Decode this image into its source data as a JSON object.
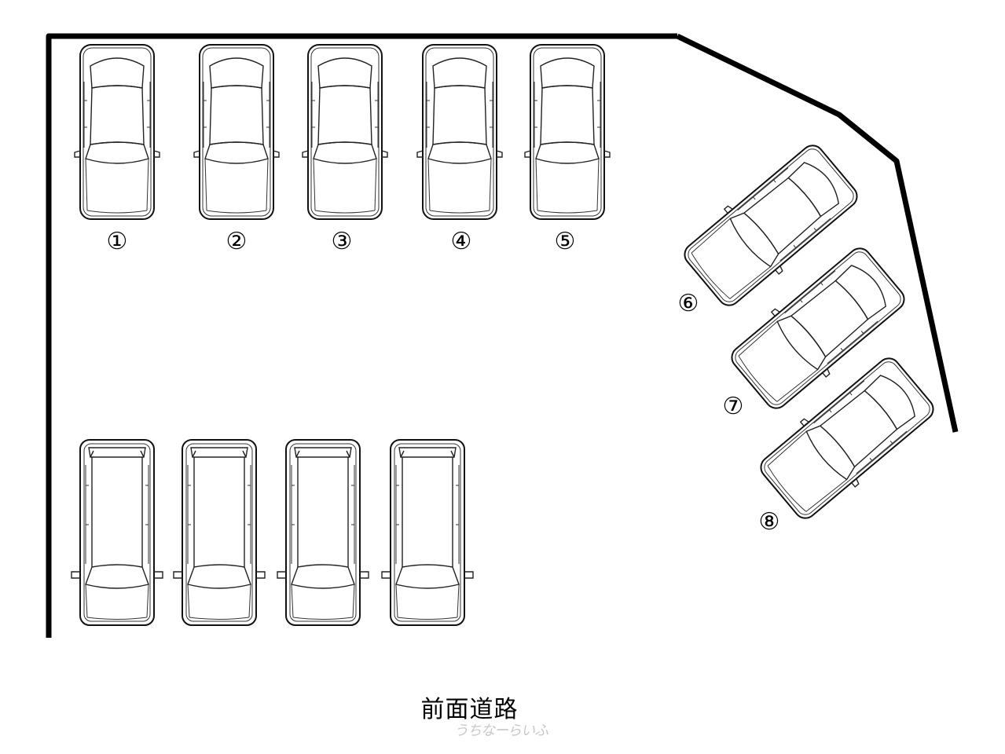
{
  "diagram": {
    "spot_labels": [
      "①",
      "②",
      "③",
      "④",
      "⑤",
      "⑥",
      "⑦",
      "⑧"
    ],
    "road_label": "前面道路",
    "watermark": "うちなーらいふ",
    "colors": {
      "line": "#000000",
      "background": "#ffffff",
      "watermark": "#c8c8c8"
    }
  }
}
